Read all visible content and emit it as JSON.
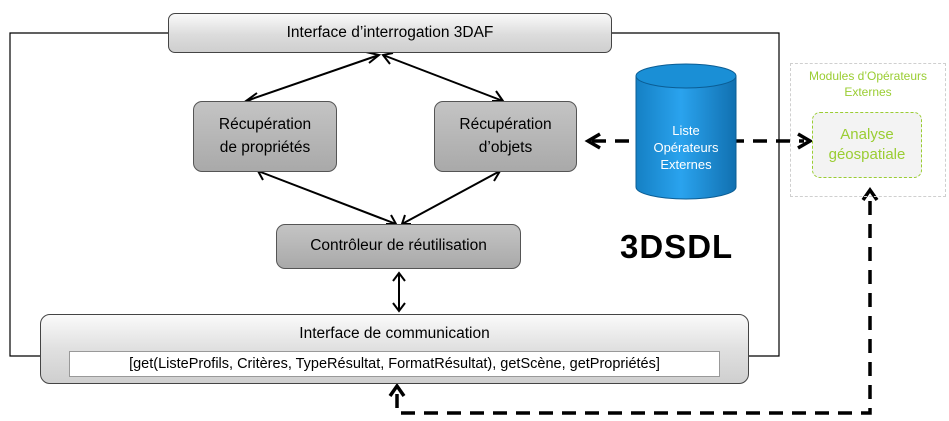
{
  "diagram": {
    "query_interface": "Interface d’interrogation 3DAF",
    "retrieve_properties": [
      "Récupération",
      "de propriétés"
    ],
    "retrieve_objects": [
      "Récupération",
      "d’objets"
    ],
    "reuse_controller": "Contrôleur de réutilisation",
    "comm_interface": {
      "title": "Interface de communication",
      "signature": "[get(ListeProfils, Critères, TypeRésultat, FormatRésultat), getScène, getPropriétés]"
    },
    "database": [
      "Liste",
      "Opérateurs",
      "Externes"
    ],
    "system_label": "3DSDL",
    "external_modules": {
      "title": [
        "Modules d’Opérateurs",
        "Externes"
      ],
      "operator": [
        "Analyse",
        "géospatiale"
      ]
    },
    "colors": {
      "box_fill": "#b5b5b5",
      "database": "#1e90d6",
      "external_accent": "#9acd32",
      "line": "#000000"
    }
  }
}
